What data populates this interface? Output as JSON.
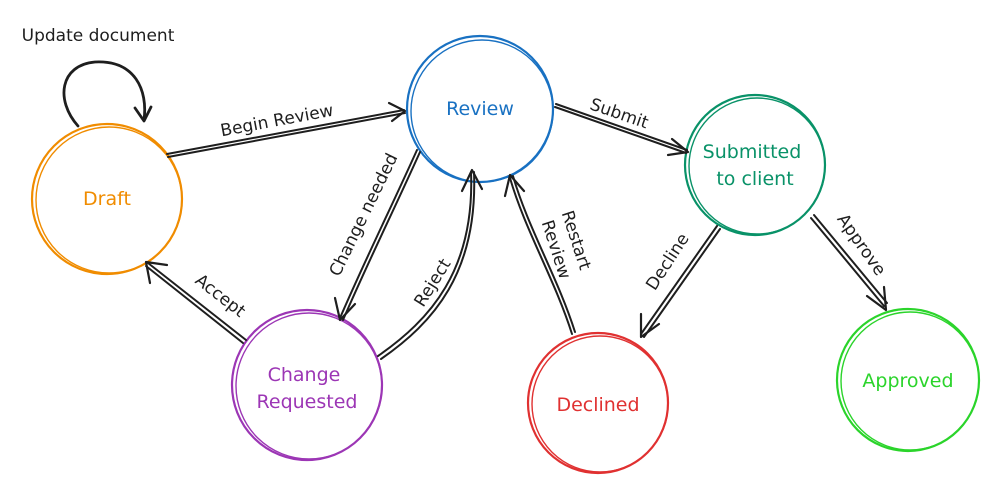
{
  "diagram": {
    "nodes": [
      {
        "id": "draft",
        "label_lines": [
          "Draft"
        ],
        "color": "#f08c00"
      },
      {
        "id": "review",
        "label_lines": [
          "Review"
        ],
        "color": "#1971c2"
      },
      {
        "id": "submitted",
        "label_lines": [
          "Submitted",
          "to client"
        ],
        "color": "#099268"
      },
      {
        "id": "change",
        "label_lines": [
          "Change",
          "Requested"
        ],
        "color": "#9c36b5"
      },
      {
        "id": "declined",
        "label_lines": [
          "Declined"
        ],
        "color": "#e03131"
      },
      {
        "id": "approved",
        "label_lines": [
          "Approved"
        ],
        "color": "#2bd42b"
      }
    ],
    "edges": [
      {
        "id": "update-document",
        "from": "draft",
        "to": "draft",
        "label": "Update document"
      },
      {
        "id": "begin-review",
        "from": "draft",
        "to": "review",
        "label": "Begin Review"
      },
      {
        "id": "submit",
        "from": "review",
        "to": "submitted",
        "label": "Submit"
      },
      {
        "id": "change-needed",
        "from": "review",
        "to": "change",
        "label": "Change needed"
      },
      {
        "id": "reject",
        "from": "change",
        "to": "review",
        "label": "Reject"
      },
      {
        "id": "accept",
        "from": "change",
        "to": "draft",
        "label": "Accept"
      },
      {
        "id": "restart-review",
        "from": "declined",
        "to": "review",
        "label_lines": [
          "Restart",
          "Review"
        ]
      },
      {
        "id": "decline",
        "from": "submitted",
        "to": "declined",
        "label": "Decline"
      },
      {
        "id": "approve",
        "from": "submitted",
        "to": "approved",
        "label": "Approve"
      }
    ],
    "edge_color": "#1e1e1e"
  }
}
